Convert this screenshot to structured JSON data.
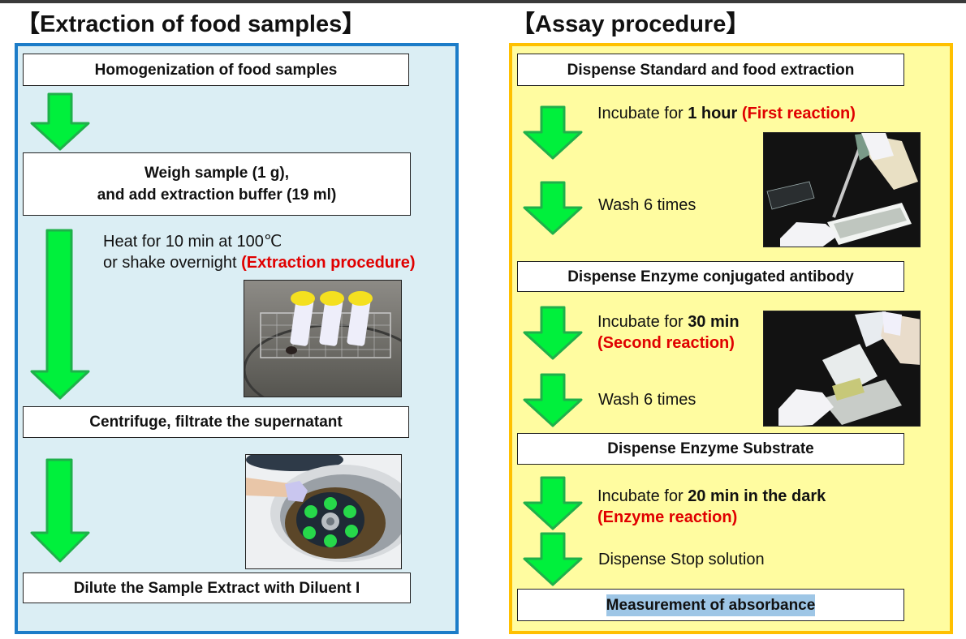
{
  "left_panel": {
    "title": "【Extraction of food samples】",
    "steps": [
      {
        "label": "Homogenization of food samples"
      },
      {
        "label_line1": "Weigh sample (1 g),",
        "label_line2": "and add extraction  buffer (19 ml)"
      },
      {
        "label": "Centrifuge, filtrate the supernatant"
      },
      {
        "label": "Dilute the Sample Extract with Diluent I"
      }
    ],
    "annotation": {
      "line1": "Heat for 10 min at 100℃",
      "line2_plain": "or shake overnight ",
      "line2_red": "(Extraction procedure)"
    },
    "photos": [
      {
        "subject": "tubes-in-heating-rack-photo"
      },
      {
        "subject": "centrifuge-photo"
      }
    ]
  },
  "right_panel": {
    "title": "【Assay procedure】",
    "steps": [
      {
        "label": "Dispense Standard and food extraction"
      },
      {
        "label": "Dispense Enzyme conjugated antibody"
      },
      {
        "label": "Dispense Enzyme Substrate"
      },
      {
        "label": "Measurement of absorbance"
      }
    ],
    "annotations": {
      "first_incubate_plain": "Incubate for ",
      "first_incubate_bold": "1 hour",
      "first_incubate_red": " (First reaction)",
      "wash1": "Wash 6 times",
      "second_incubate_plain": "Incubate for ",
      "second_incubate_bold": "30 min",
      "second_incubate_red": "(Second reaction)",
      "wash2": "Wash 6 times",
      "enzyme_incubate_plain": "Incubate for ",
      "enzyme_incubate_bold": "20 min in the dark",
      "enzyme_incubate_red": "(Enzyme reaction)",
      "stop": "Dispense Stop solution"
    },
    "photos": [
      {
        "subject": "pipetting-single-channel-photo"
      },
      {
        "subject": "pipetting-multichannel-photo"
      }
    ]
  },
  "colors": {
    "left_panel_bg": "#dbeef4",
    "left_panel_border": "#1c7cc8",
    "right_panel_bg": "#fffca0",
    "right_panel_border": "#ffc000",
    "arrow_fill": "#00f03c",
    "arrow_stroke": "#1fb04a",
    "accent_red": "#e00000"
  }
}
